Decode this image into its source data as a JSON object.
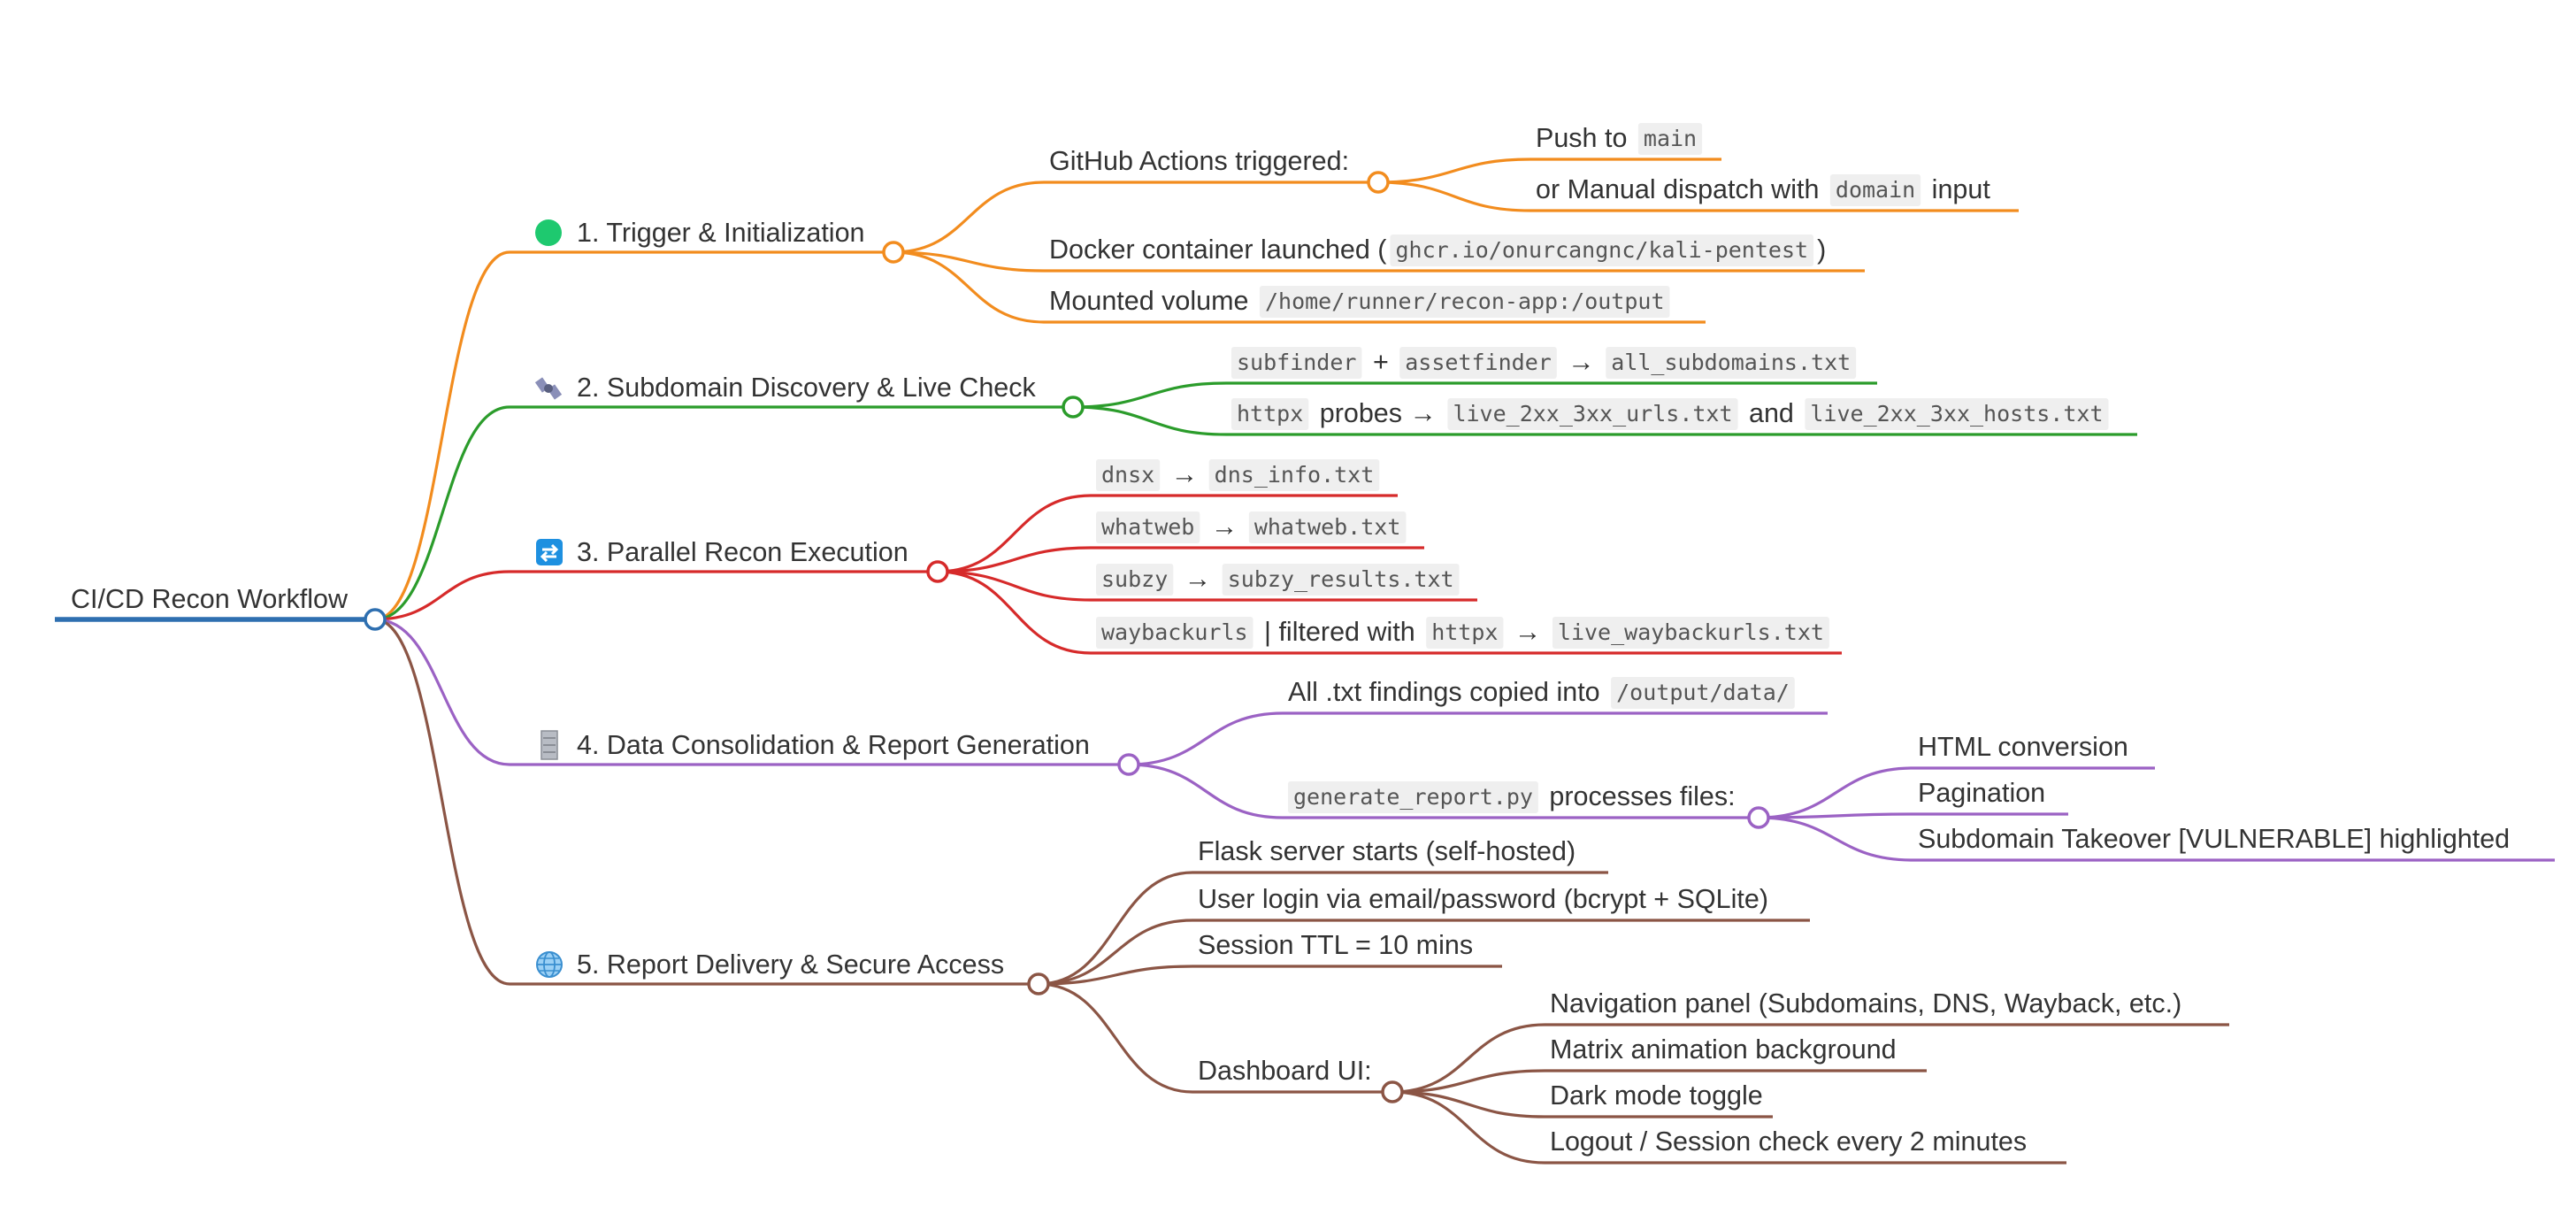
{
  "colors": {
    "root": "#2e6fb0",
    "trigger": "#f28c1e",
    "discovery": "#2b9c2b",
    "parallel": "#d62a2a",
    "data": "#9b62c4",
    "delivery": "#8b5545"
  },
  "root": {
    "label": "CI/CD Recon Workflow"
  },
  "branches": [
    {
      "key": "trigger",
      "icon": "green-circle-icon",
      "label": "1. Trigger & Initialization",
      "children": [
        {
          "key": "github",
          "parts": [
            {
              "t": "GitHub Actions triggered:"
            }
          ],
          "children": [
            {
              "key": "push",
              "parts": [
                {
                  "t": "Push to "
                },
                {
                  "t": "main",
                  "c": true
                }
              ]
            },
            {
              "key": "manual",
              "parts": [
                {
                  "t": "or Manual dispatch with "
                },
                {
                  "t": "domain",
                  "c": true
                },
                {
                  "t": " input"
                }
              ]
            }
          ]
        },
        {
          "key": "docker",
          "parts": [
            {
              "t": "Docker container launched ("
            },
            {
              "t": "ghcr.io/onurcangnc/kali-pentest",
              "c": true
            },
            {
              "t": ")"
            }
          ]
        },
        {
          "key": "volume",
          "parts": [
            {
              "t": "Mounted volume "
            },
            {
              "t": "/home/runner/recon-app:/output",
              "c": true
            }
          ]
        }
      ]
    },
    {
      "key": "discovery",
      "icon": "satellite-icon",
      "label": "2. Subdomain Discovery & Live Check",
      "children": [
        {
          "key": "subfinder",
          "parts": [
            {
              "t": "subfinder",
              "c": true
            },
            {
              "t": " + "
            },
            {
              "t": "assetfinder",
              "c": true
            },
            {
              "t": " → "
            },
            {
              "t": "all_subdomains.txt",
              "c": true
            }
          ]
        },
        {
          "key": "httpx",
          "parts": [
            {
              "t": "httpx",
              "c": true
            },
            {
              "t": " probes → "
            },
            {
              "t": "live_2xx_3xx_urls.txt",
              "c": true
            },
            {
              "t": " and "
            },
            {
              "t": "live_2xx_3xx_hosts.txt",
              "c": true
            }
          ]
        }
      ]
    },
    {
      "key": "parallel",
      "icon": "repeat-icon",
      "label": "3. Parallel Recon Execution",
      "children": [
        {
          "key": "dnsx",
          "parts": [
            {
              "t": "dnsx",
              "c": true
            },
            {
              "t": " → "
            },
            {
              "t": "dns_info.txt",
              "c": true
            }
          ]
        },
        {
          "key": "whatweb",
          "parts": [
            {
              "t": "whatweb",
              "c": true
            },
            {
              "t": " → "
            },
            {
              "t": "whatweb.txt",
              "c": true
            }
          ]
        },
        {
          "key": "subzy",
          "parts": [
            {
              "t": "subzy",
              "c": true
            },
            {
              "t": " → "
            },
            {
              "t": "subzy_results.txt",
              "c": true
            }
          ]
        },
        {
          "key": "wayback",
          "parts": [
            {
              "t": "waybackurls",
              "c": true
            },
            {
              "t": " | filtered with "
            },
            {
              "t": "httpx",
              "c": true
            },
            {
              "t": " → "
            },
            {
              "t": "live_waybackurls.txt",
              "c": true
            }
          ]
        }
      ]
    },
    {
      "key": "data",
      "icon": "cabinet-icon",
      "label": "4. Data Consolidation & Report Generation",
      "children": [
        {
          "key": "copied",
          "parts": [
            {
              "t": "All .txt findings copied into "
            },
            {
              "t": "/output/data/",
              "c": true
            }
          ]
        },
        {
          "key": "genreport",
          "parts": [
            {
              "t": "generate_report.py",
              "c": true
            },
            {
              "t": " processes files:"
            }
          ],
          "children": [
            {
              "key": "html",
              "parts": [
                {
                  "t": "HTML conversion"
                }
              ]
            },
            {
              "key": "pagination",
              "parts": [
                {
                  "t": "Pagination"
                }
              ]
            },
            {
              "key": "takeover",
              "parts": [
                {
                  "t": "Subdomain Takeover [VULNERABLE] highlighted"
                }
              ]
            }
          ]
        }
      ]
    },
    {
      "key": "delivery",
      "icon": "globe-icon",
      "label": "5. Report Delivery & Secure Access",
      "children": [
        {
          "key": "flask",
          "parts": [
            {
              "t": "Flask server starts (self-hosted)"
            }
          ]
        },
        {
          "key": "login",
          "parts": [
            {
              "t": "User login via email/password (bcrypt + SQLite)"
            }
          ]
        },
        {
          "key": "ttl",
          "parts": [
            {
              "t": "Session TTL = 10 mins"
            }
          ]
        },
        {
          "key": "dashboard",
          "parts": [
            {
              "t": "Dashboard UI:"
            }
          ],
          "children": [
            {
              "key": "nav",
              "parts": [
                {
                  "t": "Navigation panel (Subdomains, DNS, Wayback, etc.)"
                }
              ]
            },
            {
              "key": "matrix",
              "parts": [
                {
                  "t": "Matrix animation background"
                }
              ]
            },
            {
              "key": "dark",
              "parts": [
                {
                  "t": "Dark mode toggle"
                }
              ]
            },
            {
              "key": "logout",
              "parts": [
                {
                  "t": "Logout / Session check every 2 minutes"
                }
              ]
            }
          ]
        }
      ]
    }
  ]
}
